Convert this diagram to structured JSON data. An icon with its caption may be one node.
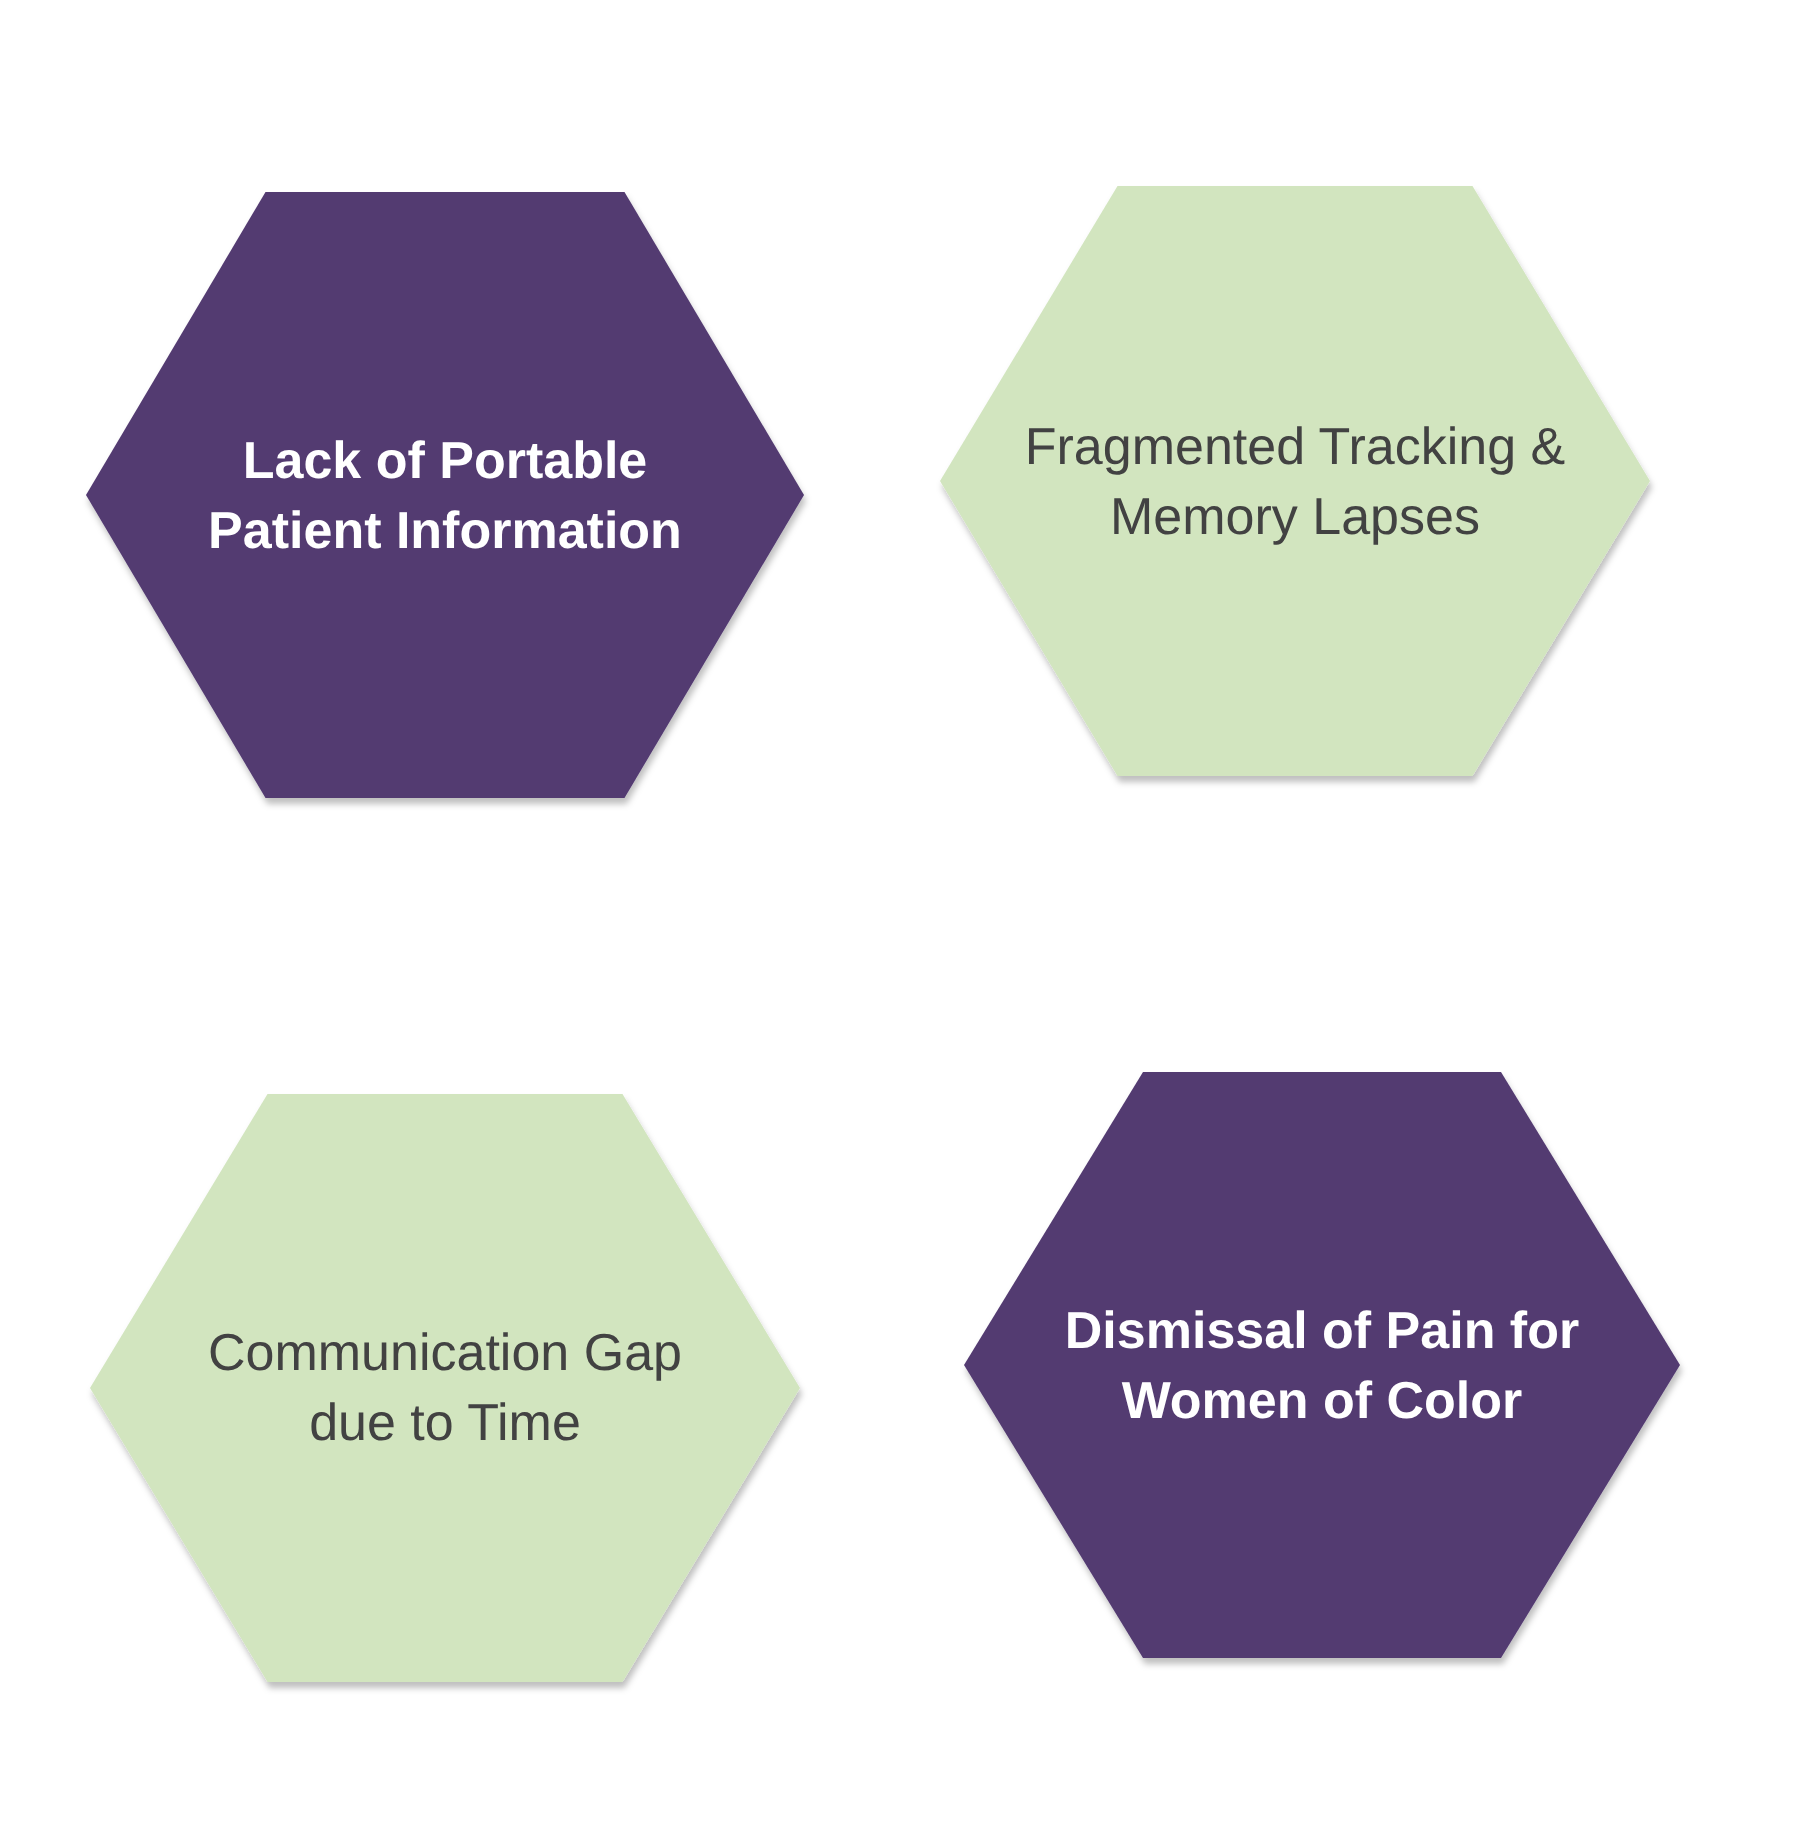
{
  "diagram": {
    "nodes": [
      {
        "text": [
          "Lack of Portable Patient Information"
        ]
      },
      {
        "text": [
          "Fragmented Tracking & Memory Lapses"
        ]
      },
      {
        "text": [
          "Communication Gap due to Time"
        ]
      },
      {
        "text": [
          "Dismissal of Pain for Women of Color"
        ]
      }
    ]
  }
}
